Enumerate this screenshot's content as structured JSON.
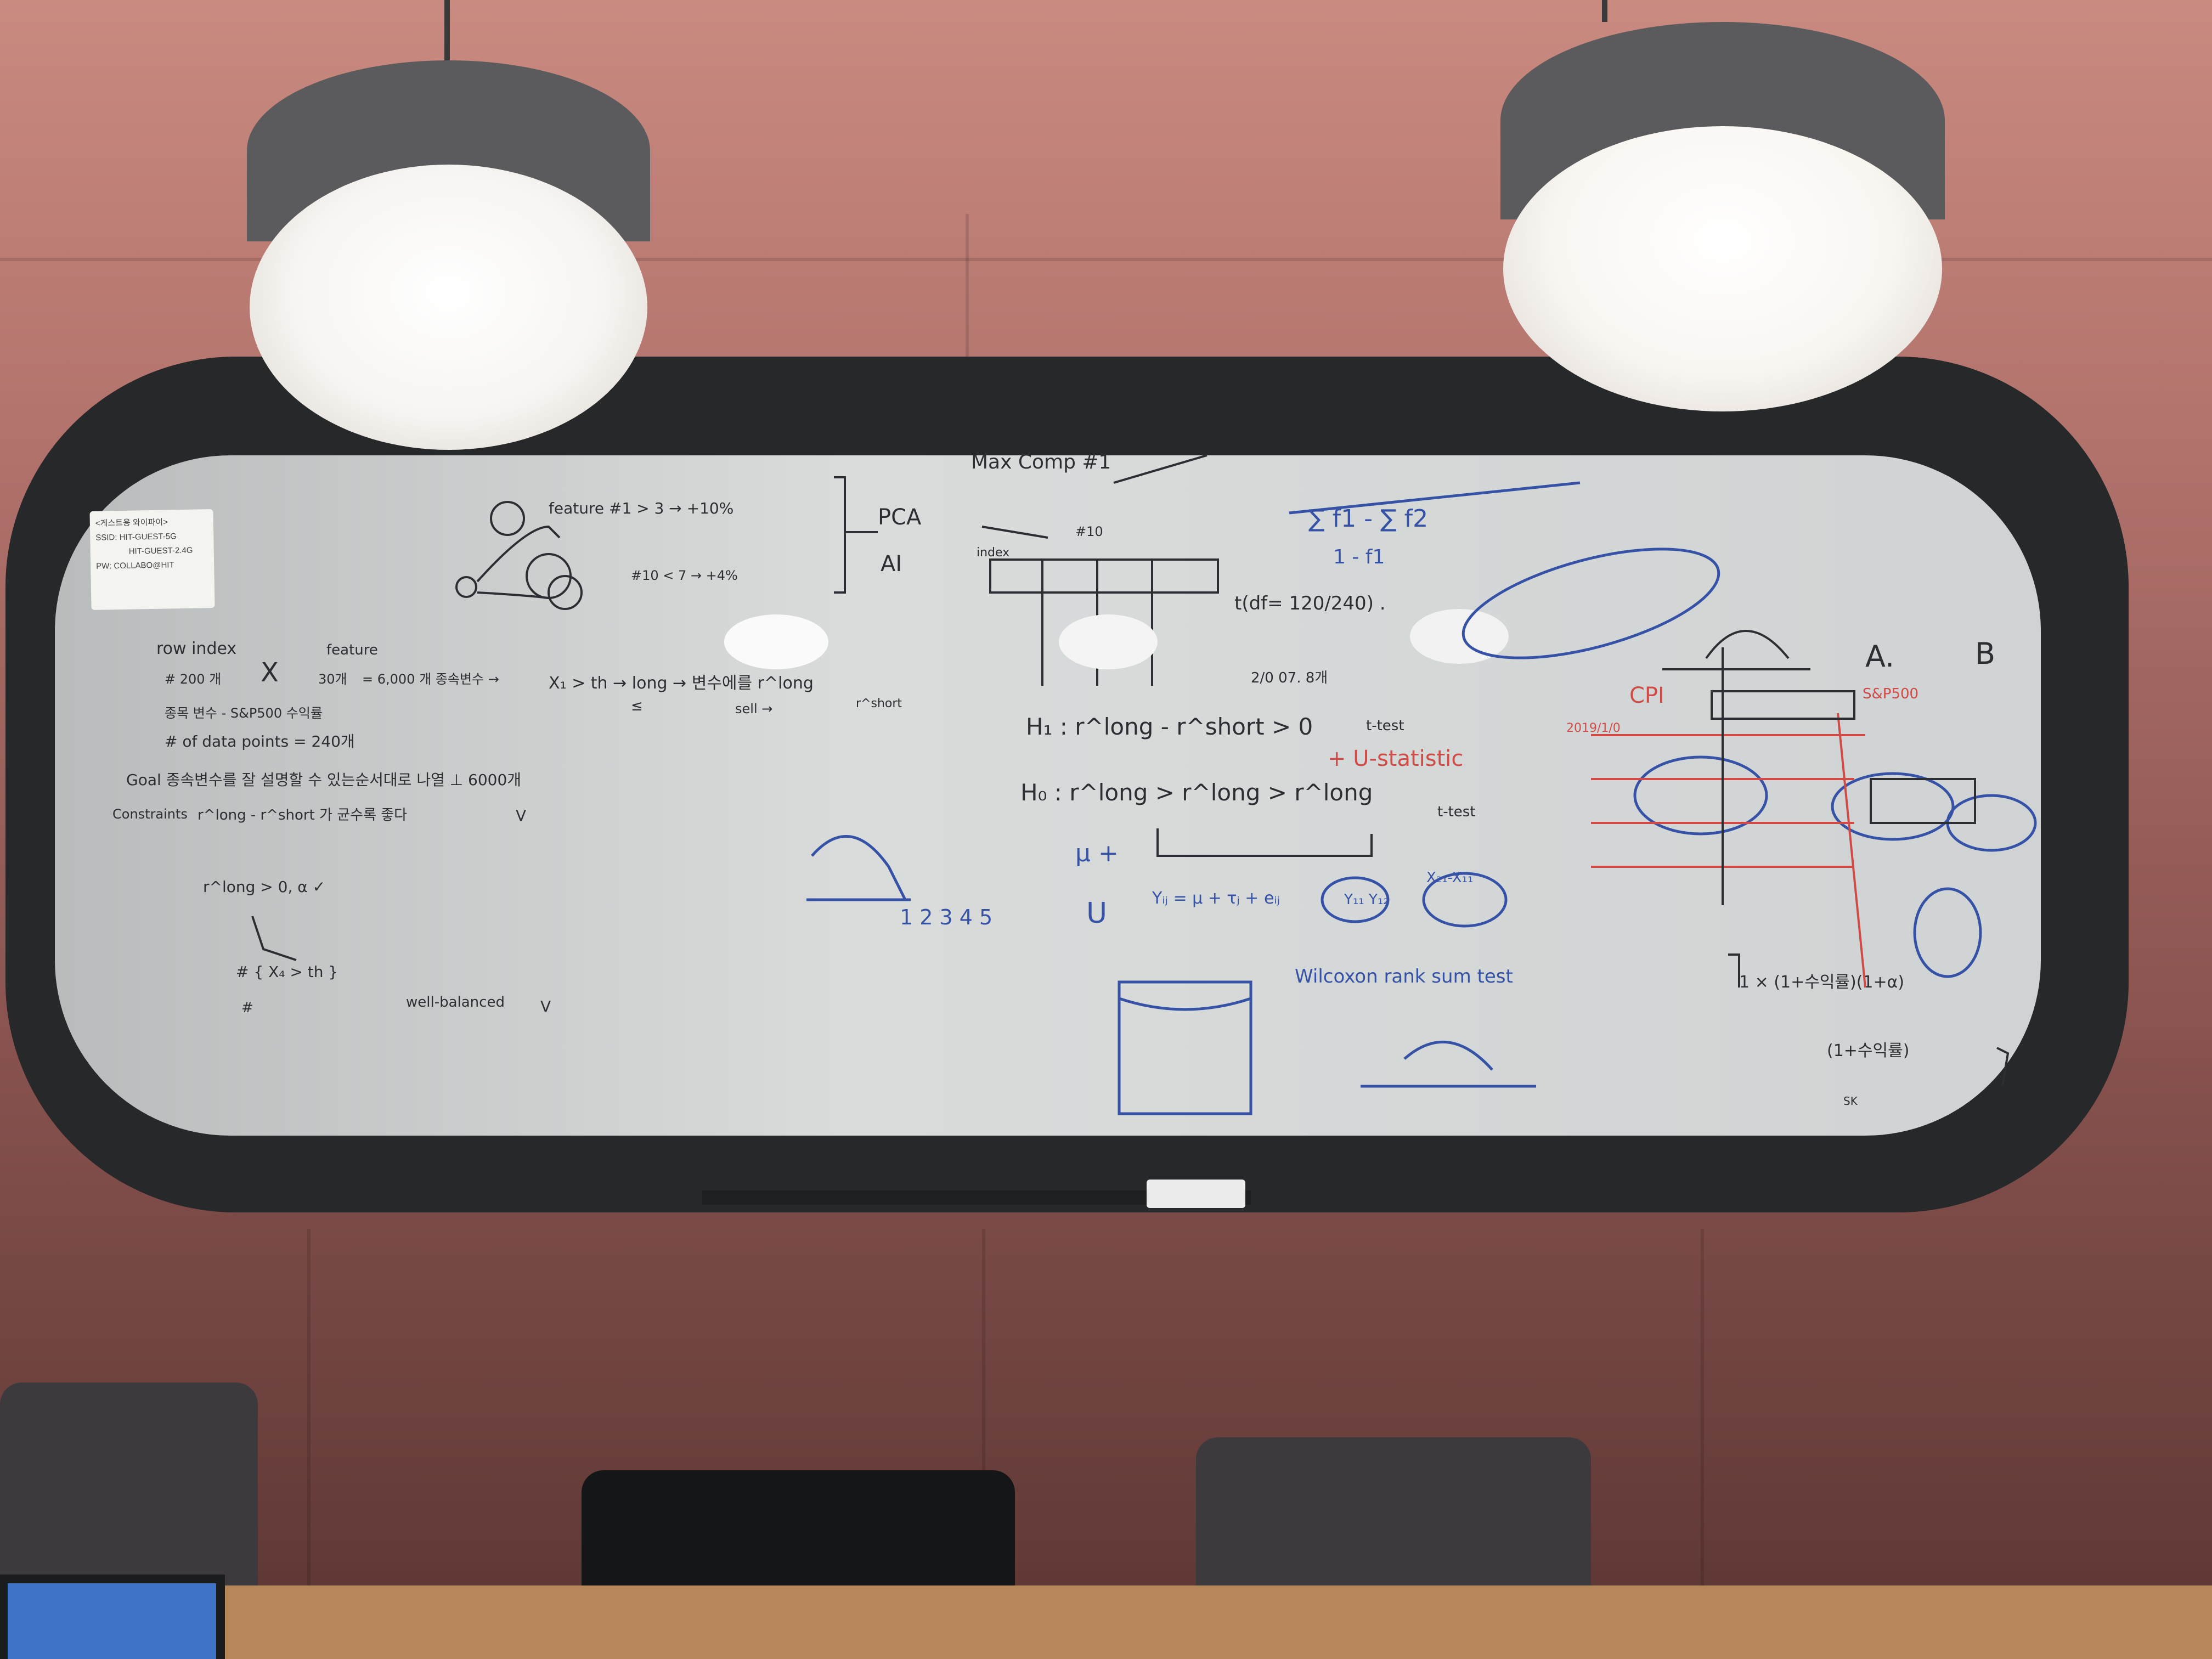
{
  "scene": {
    "sticky_note": {
      "title": "<게스트용 와이파이>",
      "ssid": "SSID: HIT-GUEST-5G",
      "ssid2": "HIT-GUEST-2.4G",
      "pw": "PW: COLLABO@HIT"
    },
    "whiteboard": {
      "left_notes": [
        "row index",
        "X",
        "feature",
        "# 200 개",
        "30개",
        "= 6,000 개 종속변수 →",
        "X₁ > th → long → 변수에를 r^long",
        "≤",
        "sell →",
        "r^short",
        "종목 변수 - S&P500 수익률",
        "# of data points = 240개",
        "Goal 종속변수를 잘 설명할 수 있는순서대로 나열 ⊥ 6000개",
        "Constraints",
        "r^long - r^short 가 균수록 좋다",
        "V",
        "r^long > 0, α ✓",
        "# { X₄ > th }",
        "#",
        "well-balanced",
        "V"
      ],
      "center_notes": [
        "feature #1 > 3 → +10%",
        "#10 < 7 → +4%",
        "PCA",
        "AI",
        "Max Comp #1",
        "#10",
        "index",
        "t(df= 120/240) .",
        "2/0 07. 8개",
        "H₁ : r^long - r^short > 0",
        "t-test",
        "+ U-statistic",
        "H₀ : r^long > r^long > r^long",
        "t-test",
        "Yᵢⱼ = μ + τⱼ + eᵢⱼ",
        "X₂₁-X₁₁",
        "Wilcoxon rank sum test",
        "1 2 3 4 5",
        "μ +",
        "U",
        "Y₁₁ Y₁₂"
      ],
      "right_notes": [
        "∑ f1 - ∑ f2",
        "1 - f1",
        "A.",
        "B",
        "CPI",
        "S&P500",
        "2019/1/0",
        "1 × (1+수익률)(1+α)",
        "(1+수익률)",
        "SK"
      ]
    },
    "colors": {
      "wall": "#b3746d",
      "board": "#d4d7d6",
      "frame": "#26282a",
      "ink_black": "#2d2e33",
      "ink_blue": "#3652a6",
      "ink_red": "#d24a45"
    }
  }
}
